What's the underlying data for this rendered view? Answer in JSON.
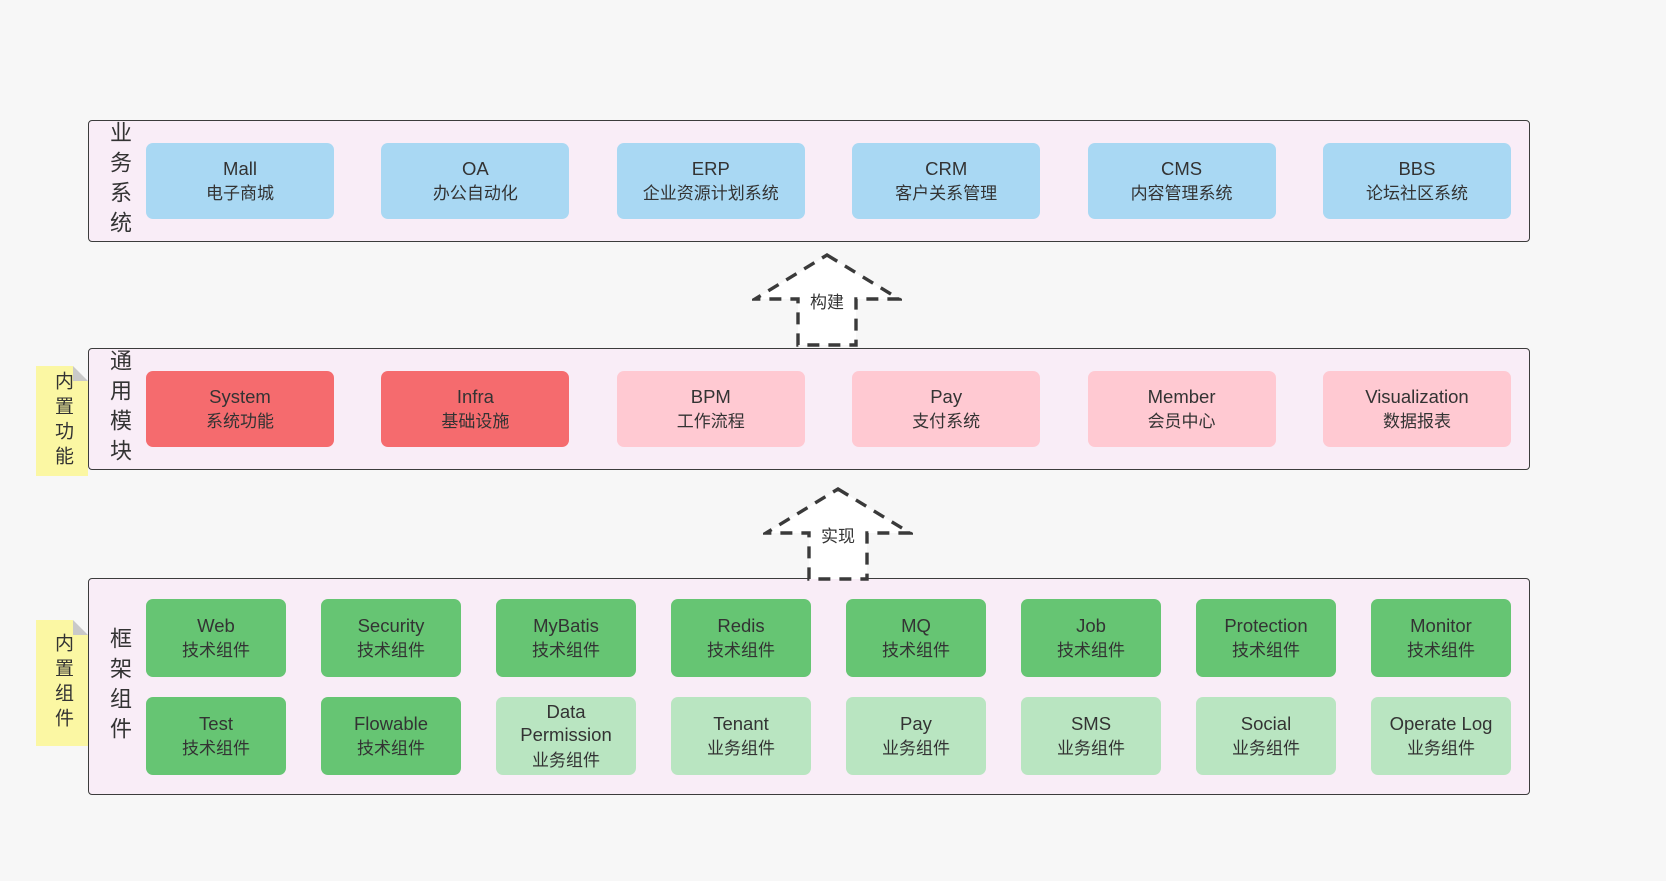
{
  "colors": {
    "page_bg": "#f7f7f7",
    "band_bg": "#f9edf7",
    "blue": "#a9d8f3",
    "red": "#f56b6e",
    "pink": "#ffc9d2",
    "green_dark": "#66c573",
    "green_light": "#b9e5c1",
    "sticky": "#fbf7a3",
    "fold": "#c9c9c9",
    "border": "#3c3c3c",
    "text": "#333333"
  },
  "arrows": [
    {
      "label": "构建"
    },
    {
      "label": "实现"
    }
  ],
  "bands": [
    {
      "label": "业务系统",
      "boxes": [
        {
          "name": "Mall",
          "desc": "电子商城",
          "type": "blue"
        },
        {
          "name": "OA",
          "desc": "办公自动化",
          "type": "blue"
        },
        {
          "name": "ERP",
          "desc": "企业资源计划系统",
          "type": "blue"
        },
        {
          "name": "CRM",
          "desc": "客户关系管理",
          "type": "blue"
        },
        {
          "name": "CMS",
          "desc": "内容管理系统",
          "type": "blue"
        },
        {
          "name": "BBS",
          "desc": "论坛社区系统",
          "type": "blue"
        }
      ]
    },
    {
      "label": "通用模块",
      "sticky": "内置功能",
      "boxes": [
        {
          "name": "System",
          "desc": "系统功能",
          "type": "red"
        },
        {
          "name": "Infra",
          "desc": "基础设施",
          "type": "red"
        },
        {
          "name": "BPM",
          "desc": "工作流程",
          "type": "pink"
        },
        {
          "name": "Pay",
          "desc": "支付系统",
          "type": "pink"
        },
        {
          "name": "Member",
          "desc": "会员中心",
          "type": "pink"
        },
        {
          "name": "Visualization",
          "desc": "数据报表",
          "type": "pink"
        }
      ]
    },
    {
      "label": "框架组件",
      "sticky": "内置组件",
      "rows": [
        [
          {
            "name": "Web",
            "desc": "技术组件",
            "type": "green-dark"
          },
          {
            "name": "Security",
            "desc": "技术组件",
            "type": "green-dark"
          },
          {
            "name": "MyBatis",
            "desc": "技术组件",
            "type": "green-dark"
          },
          {
            "name": "Redis",
            "desc": "技术组件",
            "type": "green-dark"
          },
          {
            "name": "MQ",
            "desc": "技术组件",
            "type": "green-dark"
          },
          {
            "name": "Job",
            "desc": "技术组件",
            "type": "green-dark"
          },
          {
            "name": "Protection",
            "desc": "技术组件",
            "type": "green-dark"
          },
          {
            "name": "Monitor",
            "desc": "技术组件",
            "type": "green-dark"
          }
        ],
        [
          {
            "name": "Test",
            "desc": "技术组件",
            "type": "green-dark"
          },
          {
            "name": "Flowable",
            "desc": "技术组件",
            "type": "green-dark"
          },
          {
            "name": "Data Permission",
            "desc": "业务组件",
            "type": "green-light"
          },
          {
            "name": "Tenant",
            "desc": "业务组件",
            "type": "green-light"
          },
          {
            "name": "Pay",
            "desc": "业务组件",
            "type": "green-light"
          },
          {
            "name": "SMS",
            "desc": "业务组件",
            "type": "green-light"
          },
          {
            "name": "Social",
            "desc": "业务组件",
            "type": "green-light"
          },
          {
            "name": "Operate Log",
            "desc": "业务组件",
            "type": "green-light"
          }
        ]
      ]
    }
  ]
}
